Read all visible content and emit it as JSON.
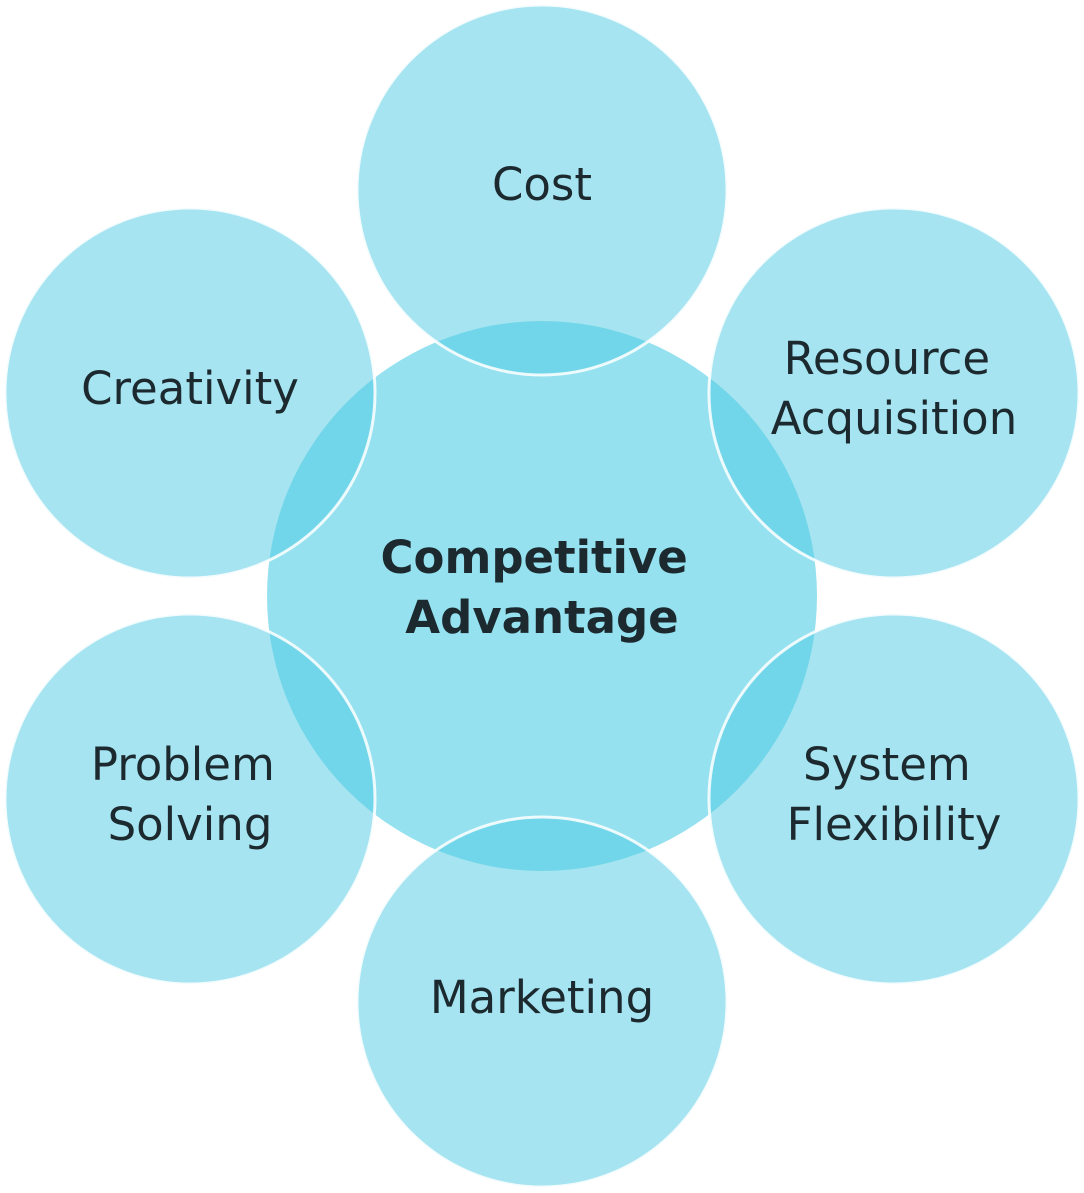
{
  "diagram": {
    "center": {
      "lines": [
        "Competitive",
        "Advantage"
      ]
    },
    "nodes": [
      {
        "id": "cost",
        "lines": [
          "Cost"
        ]
      },
      {
        "id": "resource-acquisition",
        "lines": [
          "Resource",
          "Acquisition"
        ]
      },
      {
        "id": "system-flexibility",
        "lines": [
          "System",
          "Flexibility"
        ]
      },
      {
        "id": "marketing",
        "lines": [
          "Marketing"
        ]
      },
      {
        "id": "problem-solving",
        "lines": [
          "Problem",
          "Solving"
        ]
      },
      {
        "id": "creativity",
        "lines": [
          "Creativity"
        ]
      }
    ],
    "colors": {
      "outer_fill": "#7fd9ea",
      "center_fill": "#4fcde4",
      "outline": "#ffffff",
      "text": "#1c2a30"
    }
  }
}
